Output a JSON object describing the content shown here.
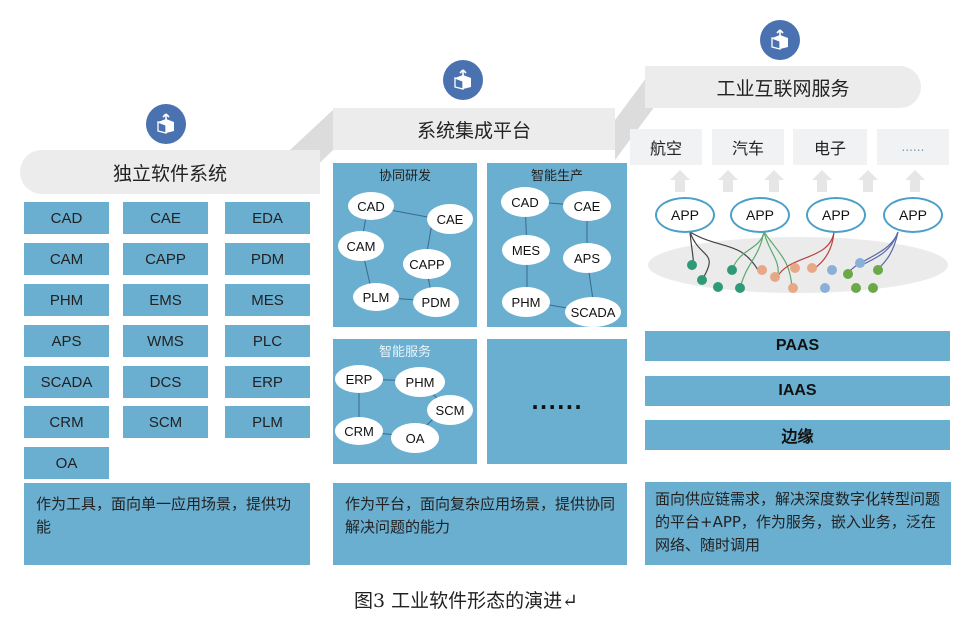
{
  "figure": {
    "caption": "图3 工业软件形态的演进↵"
  },
  "stages": [
    {
      "title": "独立软件系统",
      "icon": "box-upload-icon",
      "modules": [
        "CAD",
        "CAE",
        "EDA",
        "CAM",
        "CAPP",
        "PDM",
        "PHM",
        "EMS",
        "MES",
        "APS",
        "WMS",
        "PLC",
        "SCADA",
        "DCS",
        "ERP",
        "CRM",
        "SCM",
        "PLM",
        "OA"
      ],
      "description": "作为工具，面向单一应用场景，提供功能"
    },
    {
      "title": "系统集成平台",
      "icon": "box-upload-icon",
      "groups": [
        {
          "title": "协同研发",
          "nodes": [
            "CAD",
            "CAE",
            "CAM",
            "CAPP",
            "PLM",
            "PDM"
          ]
        },
        {
          "title": "智能生产",
          "nodes": [
            "CAD",
            "CAE",
            "MES",
            "APS",
            "PHM",
            "SCADA"
          ]
        },
        {
          "title": "智能服务",
          "nodes": [
            "ERP",
            "PHM",
            "SCM",
            "CRM",
            "OA"
          ]
        },
        {
          "title": "",
          "placeholder": "......"
        }
      ],
      "description": "作为平台，面向复杂应用场景，提供协同解决问题的能力"
    },
    {
      "title": "工业互联网服务",
      "icon": "box-upload-icon",
      "industries": [
        "航空",
        "汽车",
        "电子",
        "......"
      ],
      "apps": [
        "APP",
        "APP",
        "APP",
        "APP"
      ],
      "layers": [
        "PAAS",
        "IAAS",
        "边缘"
      ],
      "description": "面向供应链需求，解决深度数字化转型问题的平台+APP，作为服务，嵌入业务，泛在网络、随时调用"
    }
  ],
  "colors": {
    "tile": "#6aaed0",
    "icon": "#4a72b0",
    "bar": "#ececec",
    "app_border": "#4ba0c8"
  }
}
